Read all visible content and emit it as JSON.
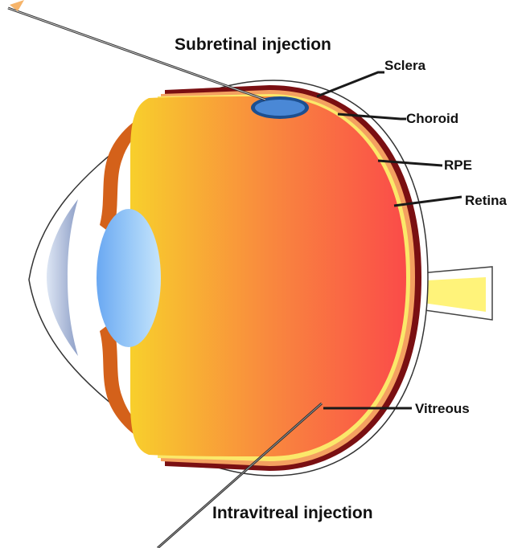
{
  "labels": {
    "subretinal": "Subretinal injection",
    "intravitreal": "Intravitreal injection",
    "sclera": "Sclera",
    "choroid": "Choroid",
    "rpe": "RPE",
    "retina": "Retina",
    "vitreous": "Vitreous"
  }
}
